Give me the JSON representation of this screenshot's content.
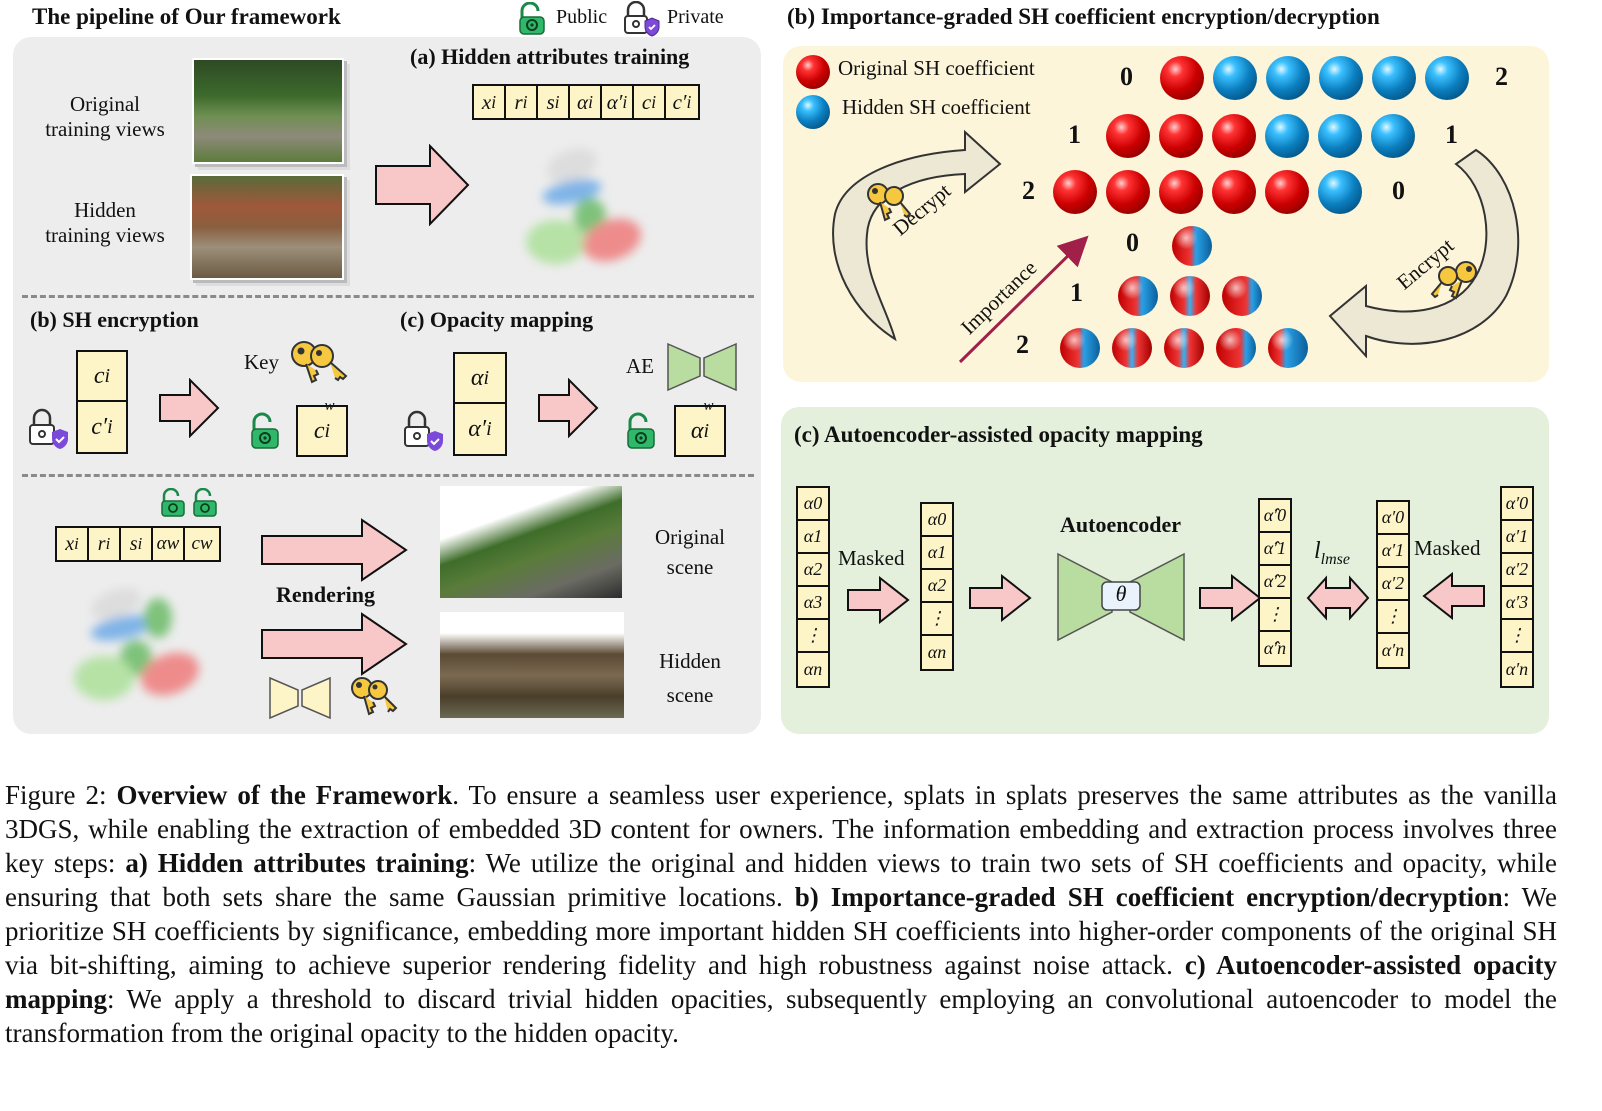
{
  "header": {
    "pipeline_title": "The pipeline of Our framework",
    "public_label": "Public",
    "private_label": "Private",
    "b_title": "(b) Importance-graded SH coefficient encryption/decryption"
  },
  "left_panel": {
    "a_title": "(a) Hidden attributes training",
    "attrs_a": [
      "x",
      "r",
      "s",
      "α",
      "α′",
      "c",
      "c′"
    ],
    "original_views_line1": "Original",
    "original_views_line2": "training views",
    "hidden_views_line1": "Hidden",
    "hidden_views_line2": "training views",
    "sh_title": "(b) SH encryption",
    "opacity_title": "(c) Opacity mapping",
    "key_label": "Key",
    "ae_label": "AE",
    "sh_cells": [
      "c",
      "c′"
    ],
    "sh_out": "cw",
    "op_cells": [
      "α",
      "α′"
    ],
    "op_out": "αw",
    "attrs_final": [
      "x",
      "r",
      "s",
      "αw",
      "cw"
    ],
    "rendering_label": "Rendering",
    "original_scene_line1": "Original",
    "original_scene_line2": "scene",
    "hidden_scene_line1": "Hidden",
    "hidden_scene_line2": "scene"
  },
  "panel_b": {
    "legend_original": "Original SH coefficient",
    "legend_hidden": "Hidden SH coefficient",
    "decrypt_label": "Decrypt",
    "encrypt_label": "Encrypt",
    "importance_label": "Importance",
    "top_rows": [
      {
        "left": "0",
        "right": "2",
        "spheres": [
          "red",
          "blue",
          "blue",
          "blue",
          "blue",
          "blue"
        ]
      },
      {
        "left": "1",
        "right": "1",
        "spheres": [
          "red",
          "red",
          "red",
          "blue",
          "blue",
          "blue"
        ]
      },
      {
        "left": "2",
        "right": "0",
        "spheres": [
          "red",
          "red",
          "red",
          "red",
          "red",
          "blue"
        ]
      }
    ],
    "bottom_rows": [
      {
        "left": "0",
        "spheres": [
          "mix"
        ]
      },
      {
        "left": "1",
        "spheres": [
          "mix",
          "mix2",
          "mix3"
        ]
      },
      {
        "left": "2",
        "spheres": [
          "mix",
          "mix2",
          "mix2",
          "mix3",
          "mix4"
        ]
      }
    ]
  },
  "panel_c": {
    "title": "(c) Autoencoder-assisted opacity mapping",
    "input_col": [
      "α0",
      "α1",
      "α2",
      "α3",
      "⋮",
      "αn"
    ],
    "masked_left": "Masked",
    "masked_col": [
      "α0",
      "α1",
      "α2",
      "⋮",
      "αn"
    ],
    "autoencoder_label": "Autoencoder",
    "theta": "θ",
    "pred_col": [
      "α̂′0",
      "α̂′1",
      "α̂′2",
      "⋮",
      "α̂′n"
    ],
    "loss_label": "lmse",
    "target_col": [
      "α′0",
      "α′1",
      "α′2",
      "⋮",
      "α′n"
    ],
    "masked_right": "Masked",
    "hidden_col": [
      "α′0",
      "α′1",
      "α′2",
      "α′3",
      "⋮",
      "α′n"
    ]
  },
  "caption": {
    "prefix": "Figure 2: ",
    "title": "Overview of the Framework",
    "t1": ". To ensure a seamless user experience, splats in splats preserves the same attributes as the vanilla 3DGS, while enabling the extraction of embedded 3D content for owners. The information embedding and extraction process involves three key steps: ",
    "a_head": "a) Hidden attributes training",
    "t2": ": We utilize the original and hidden views to train two sets of SH coefficients and opacity, while ensuring that both sets share the same Gaussian primitive locations. ",
    "b_head": "b) Importance-graded SH coefficient encryption/decryption",
    "t3": ": We prioritize SH coefficients by significance, embedding more important hidden SH coefficients into higher-order components of the original SH via bit-shifting, aiming to achieve superior rendering fidelity and high robustness against noise attack. ",
    "c_head": "c) Autoencoder-assisted opacity mapping",
    "t4": ": We apply a threshold to discard trivial hidden opacities, subsequently employing an convolutional autoencoder to model the transformation from the original opacity to the hidden opacity."
  }
}
